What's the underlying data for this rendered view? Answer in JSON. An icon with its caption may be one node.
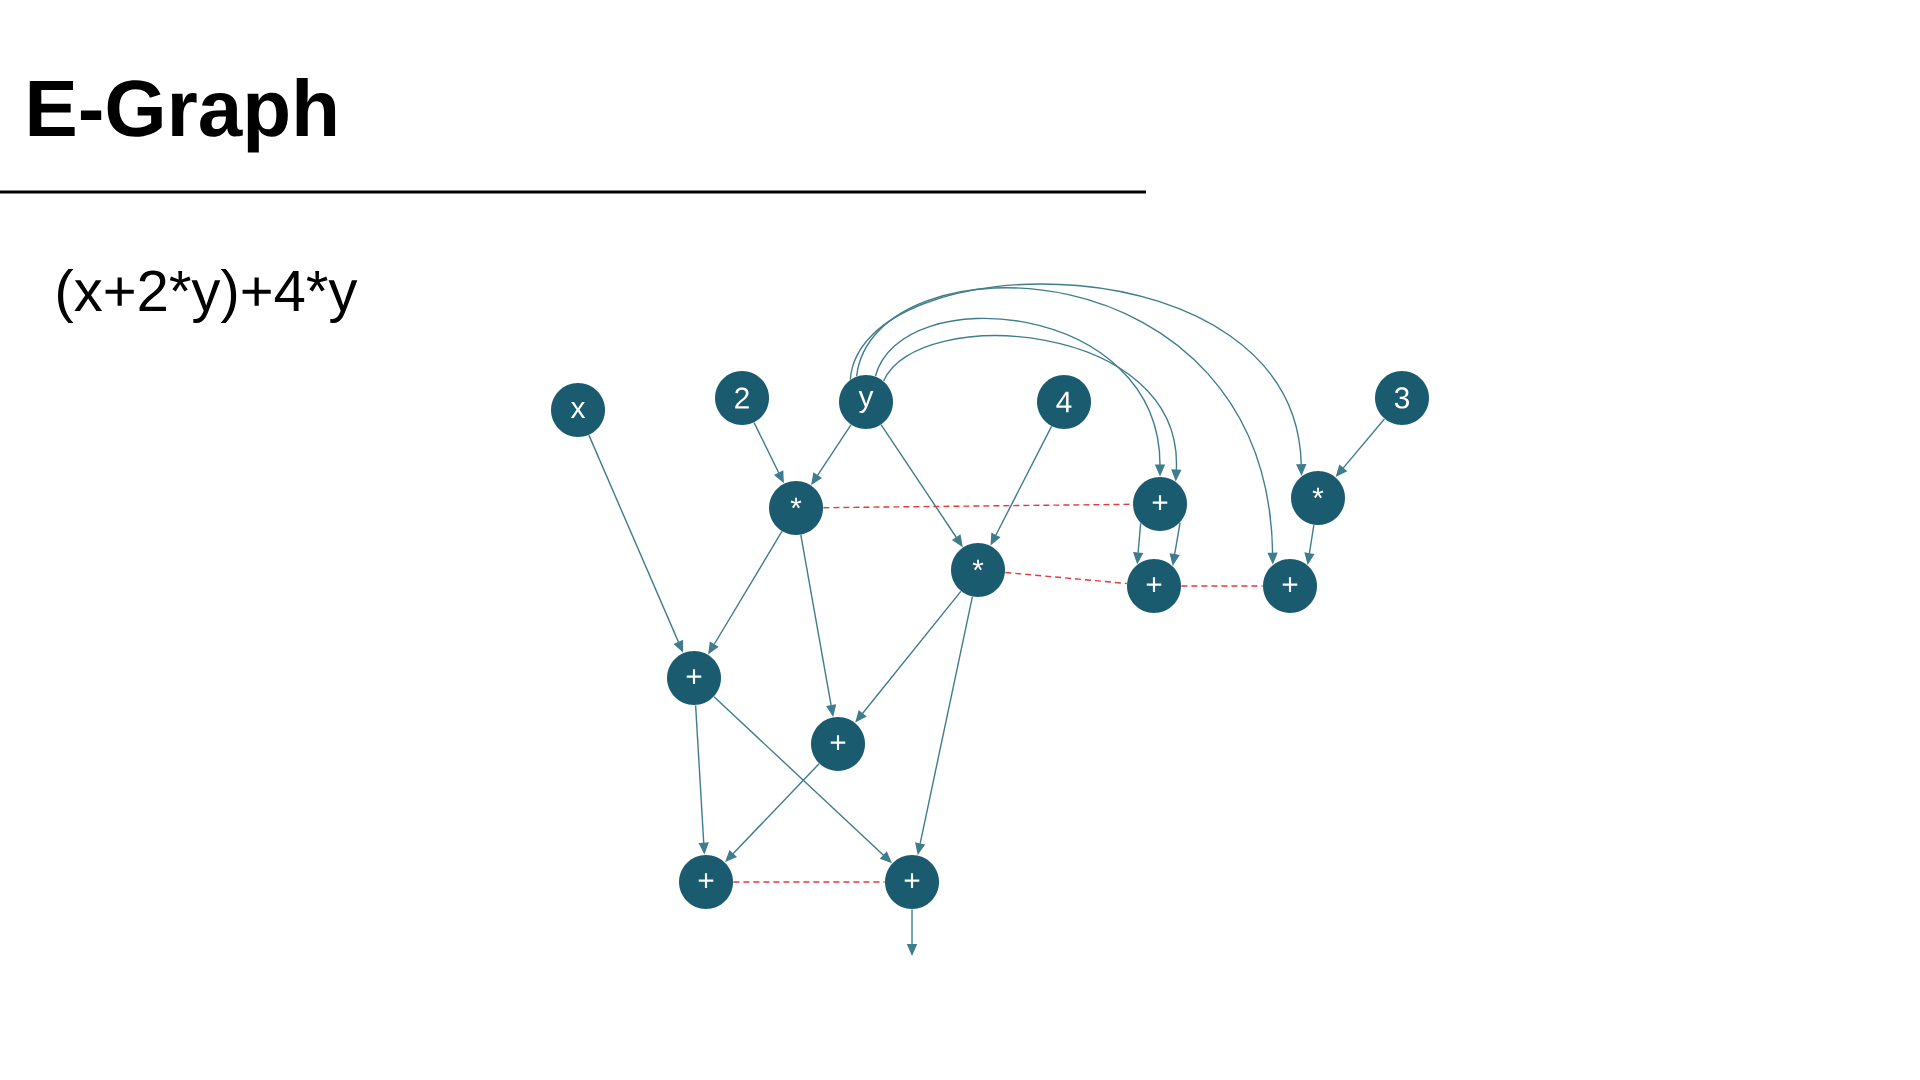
{
  "diagram": {
    "title": "E-Graph",
    "nodes": [
      {
        "text": [
          "x"
        ]
      },
      {
        "text": [
          "2"
        ]
      },
      {
        "text": [
          "y"
        ]
      },
      {
        "text": [
          "4"
        ]
      },
      {
        "text": [
          "3"
        ]
      },
      {
        "text": [
          "*"
        ]
      },
      {
        "text": [
          "+"
        ]
      },
      {
        "text": [
          "*"
        ]
      },
      {
        "text": [
          "*"
        ]
      },
      {
        "text": [
          "+"
        ]
      },
      {
        "text": [
          "+"
        ]
      },
      {
        "text": [
          "+"
        ]
      },
      {
        "text": [
          "+"
        ]
      },
      {
        "text": [
          "+"
        ]
      },
      {
        "text": [
          "+"
        ]
      }
    ],
    "edges": [
      {
        "from": 0,
        "to": 11,
        "arrow": "to"
      },
      {
        "from": 1,
        "to": 5,
        "arrow": "to"
      },
      {
        "from": 2,
        "to": 5,
        "arrow": "to"
      },
      {
        "from": 2,
        "to": 8,
        "arrow": "to"
      },
      {
        "from": 3,
        "to": 8,
        "arrow": "to"
      },
      {
        "from": 2,
        "to": 6,
        "arrow": "to"
      },
      {
        "from": 2,
        "to": 6,
        "arrow": "to"
      },
      {
        "from": 2,
        "to": 7,
        "arrow": "to"
      },
      {
        "from": 2,
        "to": 10,
        "arrow": "to"
      },
      {
        "from": 4,
        "to": 7,
        "arrow": "to"
      },
      {
        "from": 5,
        "to": 11,
        "arrow": "to"
      },
      {
        "from": 5,
        "to": 12,
        "arrow": "to"
      },
      {
        "from": 8,
        "to": 12,
        "arrow": "to"
      },
      {
        "from": 8,
        "to": 14,
        "arrow": "to"
      },
      {
        "from": 6,
        "to": 9,
        "arrow": "to"
      },
      {
        "from": 6,
        "to": 9,
        "arrow": "to"
      },
      {
        "from": 7,
        "to": 10,
        "arrow": "to"
      },
      {
        "from": 11,
        "to": 13,
        "arrow": "to"
      },
      {
        "from": 11,
        "to": 14,
        "arrow": "to"
      },
      {
        "from": 12,
        "to": 13,
        "arrow": "to"
      },
      {
        "from": 14,
        "to": null,
        "arrow": "to"
      },
      {
        "from": 5,
        "to": 6,
        "arrow": "none",
        "style": "dashed",
        "color": "#e0393e"
      },
      {
        "from": 8,
        "to": 9,
        "arrow": "none",
        "style": "dashed",
        "color": "#e0393e"
      },
      {
        "from": 9,
        "to": 10,
        "arrow": "none",
        "style": "dashed",
        "color": "#e0393e"
      },
      {
        "from": 13,
        "to": 14,
        "arrow": "none",
        "style": "dashed",
        "color": "#e0393e"
      }
    ],
    "labels": [
      "(x+2*y)+4*y"
    ]
  }
}
